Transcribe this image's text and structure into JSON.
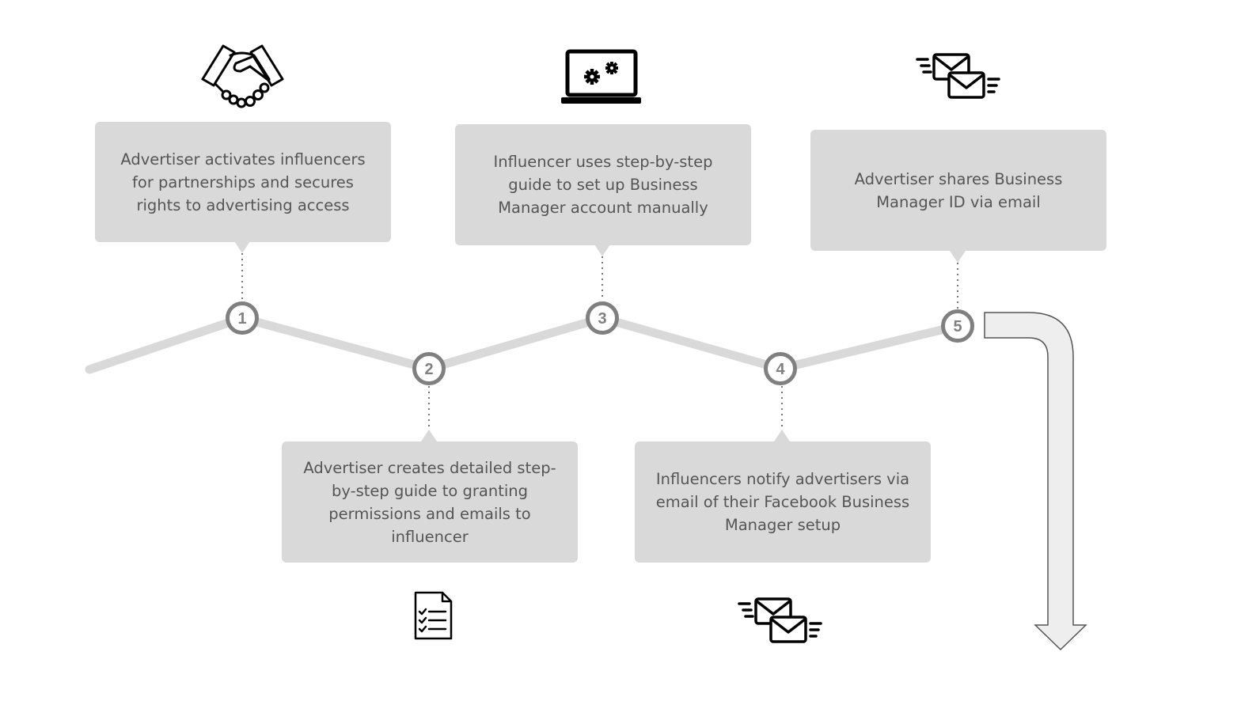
{
  "steps": [
    {
      "number": "1",
      "text": "Advertiser activates influencers for partnerships and secures rights to advertising access",
      "icon": "handshake-icon"
    },
    {
      "number": "2",
      "text": "Advertiser creates detailed step-by-step guide to granting permissions and emails to influencer",
      "icon": "checklist-document-icon"
    },
    {
      "number": "3",
      "text": "Influencer uses step-by-step guide to set up Business Manager account manually",
      "icon": "laptop-gears-icon"
    },
    {
      "number": "4",
      "text": "Influencers notify advertisers via email of their Facebook Business Manager setup",
      "icon": "emails-sending-icon"
    },
    {
      "number": "5",
      "text": "Advertiser shares Business Manager ID via email",
      "icon": "emails-sending-icon"
    }
  ],
  "colors": {
    "card": "#d9d9d9",
    "text": "#555555",
    "line": "#d9d9d9",
    "node": "#808080",
    "arrow_fill": "#eeeeee",
    "arrow_stroke": "#555555"
  }
}
